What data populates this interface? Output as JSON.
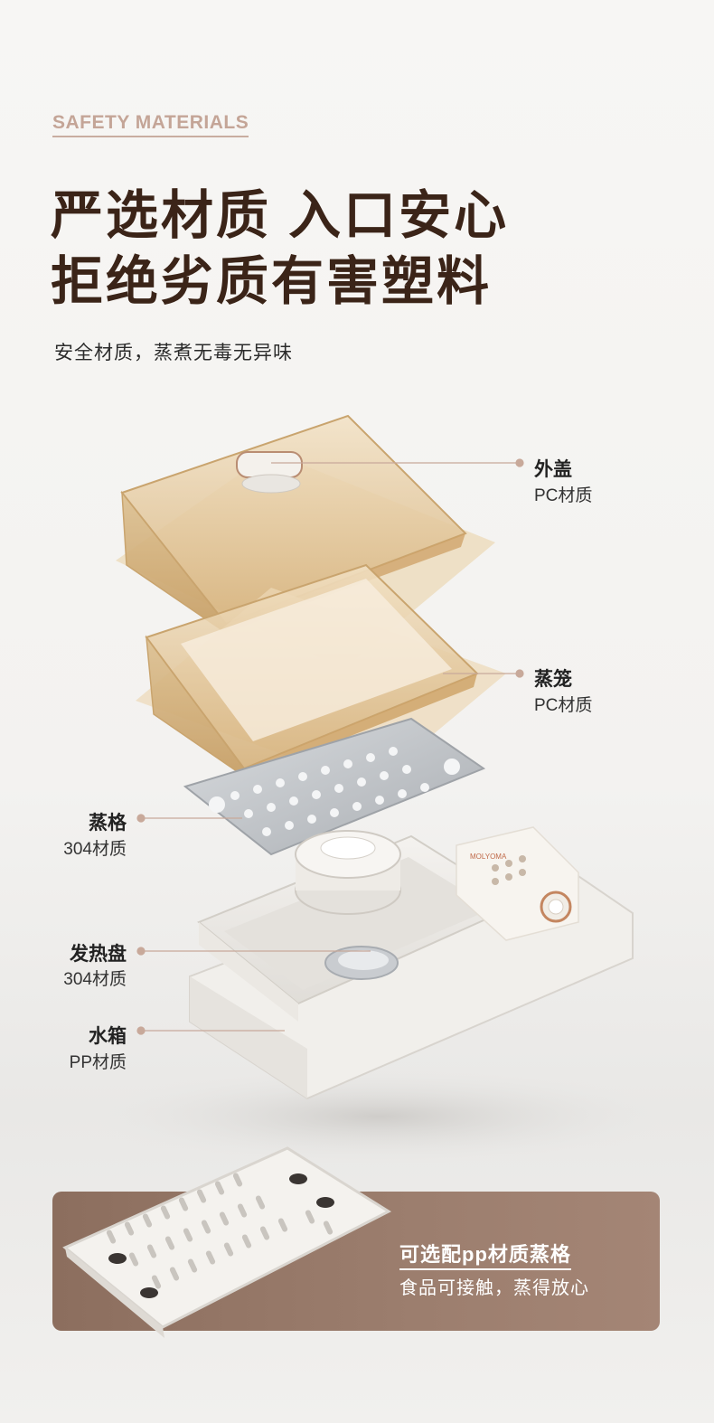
{
  "header": {
    "eyebrow": "SAFETY MATERIALS",
    "headline_line1": "严选材质 入口安心",
    "headline_line2": "拒绝劣质有害塑料",
    "subtitle": "安全材质，蒸煮无毒无异味"
  },
  "callouts": [
    {
      "title": "外盖",
      "material": "PC材质"
    },
    {
      "title": "蒸笼",
      "material": "PC材质"
    },
    {
      "title": "蒸格",
      "material": "304材质"
    },
    {
      "title": "发热盘",
      "material": "304材质"
    },
    {
      "title": "水箱",
      "material": "PP材质"
    }
  ],
  "product": {
    "brand_mark": "MOLYOMA"
  },
  "banner": {
    "title": "可选配pp材质蒸格",
    "subtitle": "食品可接触，蒸得放心"
  },
  "colors": {
    "headline": "#3b2418",
    "eyebrow": "#c4a597",
    "banner_bg": "#957767",
    "amber_pc": "#d9b98a",
    "leader_line": "#c8a99a"
  }
}
